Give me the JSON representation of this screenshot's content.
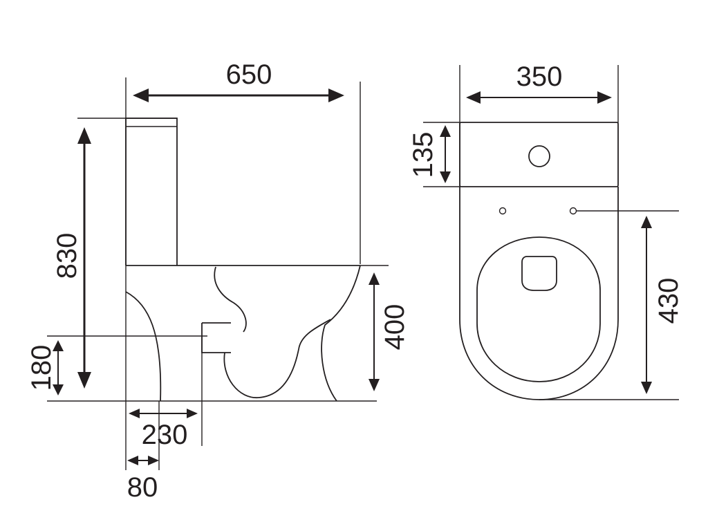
{
  "dimensions": {
    "side_width": "650",
    "side_height": "830",
    "seat_height": "400",
    "outlet_height": "180",
    "outlet_distance": "230",
    "base_offset": "80",
    "top_width": "350",
    "tank_depth": "135",
    "bowl_length": "430"
  },
  "colors": {
    "ink": "#231f20",
    "background": "#ffffff"
  }
}
